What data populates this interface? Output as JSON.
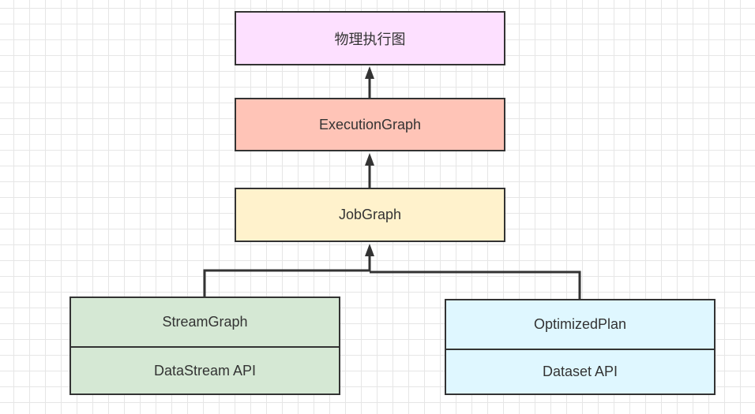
{
  "nodes": {
    "physical_graph": {
      "label": "物理执行图",
      "fill": "#fde0ff"
    },
    "execution_graph": {
      "label": "ExecutionGraph",
      "fill": "#ffc4b7"
    },
    "job_graph": {
      "label": "JobGraph",
      "fill": "#fff2cc"
    },
    "stream_graph": {
      "label": "StreamGraph",
      "sublabel": "DataStream API",
      "fill": "#d5e8d4"
    },
    "optimized_plan": {
      "label": "OptimizedPlan",
      "sublabel": "Dataset API",
      "fill": "#dff7ff"
    }
  },
  "edges": [
    {
      "from": "execution_graph",
      "to": "physical_graph"
    },
    {
      "from": "job_graph",
      "to": "execution_graph"
    },
    {
      "from": "stream_graph",
      "to": "job_graph"
    },
    {
      "from": "optimized_plan",
      "to": "job_graph"
    }
  ]
}
